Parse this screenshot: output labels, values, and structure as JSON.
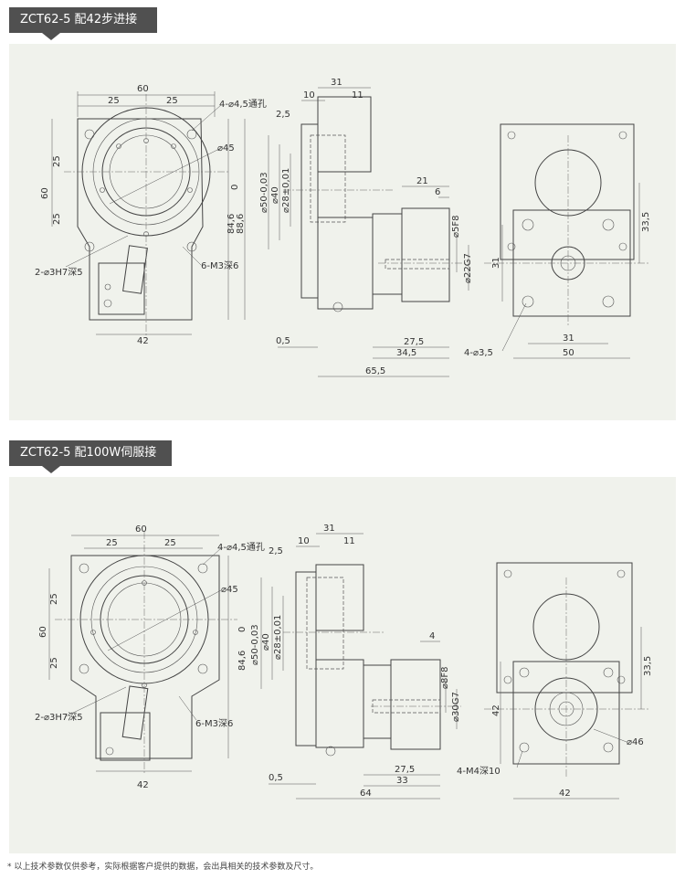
{
  "sections": [
    {
      "title": "ZCT62-5 配42步进接口",
      "front": {
        "w60": "60",
        "w25a": "25",
        "w25b": "25",
        "hole4": "4-⌀4,5通孔",
        "d45": "⌀45",
        "h25a": "25",
        "h60": "60",
        "h25b": "25",
        "h0": "0",
        "h846": "84,6",
        "h886": "88,6",
        "pin": "2-⌀3H7深5",
        "m3": "6-M3深6",
        "w42": "42"
      },
      "side": {
        "w31": "31",
        "w10": "10",
        "w11": "11",
        "w25": "2,5",
        "d50": "⌀50-0,03",
        "d40": "⌀40",
        "d28": "⌀28±0,01",
        "w21": "21",
        "w6": "6",
        "d5": "⌀5F8",
        "d22": "⌀22G7",
        "w05": "0,5",
        "w275": "27,5",
        "w345": "34,5",
        "w655": "65,5"
      },
      "rear": {
        "h335": "33,5",
        "h31": "31",
        "w31": "31",
        "w50": "50",
        "hole": "4-⌀3,5"
      }
    },
    {
      "title": "ZCT62-5 配100W伺服接口",
      "front": {
        "w60": "60",
        "w25a": "25",
        "w25b": "25",
        "hole4": "4-⌀4,5通孔",
        "d45": "⌀45",
        "h25a": "25",
        "h60": "60",
        "h25b": "25",
        "h0": "0",
        "h846": "84,6",
        "pin": "2-⌀3H7深5",
        "m3": "6-M3深6",
        "w42": "42"
      },
      "side": {
        "w31": "31",
        "w10": "10",
        "w11": "11",
        "w25": "2,5",
        "d50": "⌀50-0,03",
        "d40": "⌀40",
        "d28": "⌀28±0,01",
        "w4": "4",
        "d8": "⌀8F8",
        "d30": "⌀30G7",
        "w05": "0,5",
        "w275": "27,5",
        "w33": "33",
        "w64": "64"
      },
      "rear": {
        "h335": "33,5",
        "h42": "42",
        "w42": "42",
        "d46": "⌀46",
        "hole": "4-M4深10"
      }
    }
  ],
  "footer": "* 以上技术参数仅供参考，实际根据客户提供的数据，会出具相关的技术参数及尺寸。"
}
